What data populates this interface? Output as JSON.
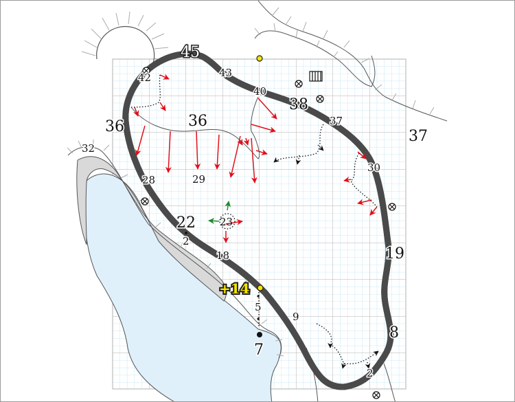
{
  "colors": {
    "trail": "#a8cf6a",
    "trail_edge": "#4a4a4a",
    "lake": "#dff0fb",
    "grid_minor": "#b9e3f2",
    "grid_major": "#b0b0b0",
    "arrow_red": "#e0101a",
    "arrow_green": "#1e8a2c",
    "highlight": "#f5e400",
    "ridge_gray": "#d9d9d9"
  },
  "labels": {
    "l45": "45",
    "l42": "42",
    "l43": "43",
    "l40": "40",
    "l38": "38",
    "l37a": "37",
    "l37b": "37",
    "l36a": "36",
    "l36b": "36",
    "l32": "32",
    "l30": "30",
    "l29": "29",
    "l28": "28",
    "l23": "23",
    "l22": "22",
    "l2a": "2",
    "l18": "18",
    "l19": "19",
    "l14": "+14",
    "l5": "5",
    "l7": "7",
    "l9": "9",
    "l8": "8",
    "l2b": "2"
  },
  "icons": [
    "sun-icon",
    "cross-circle-marker-icon",
    "barrier-grid-icon",
    "yellow-point-icon"
  ]
}
